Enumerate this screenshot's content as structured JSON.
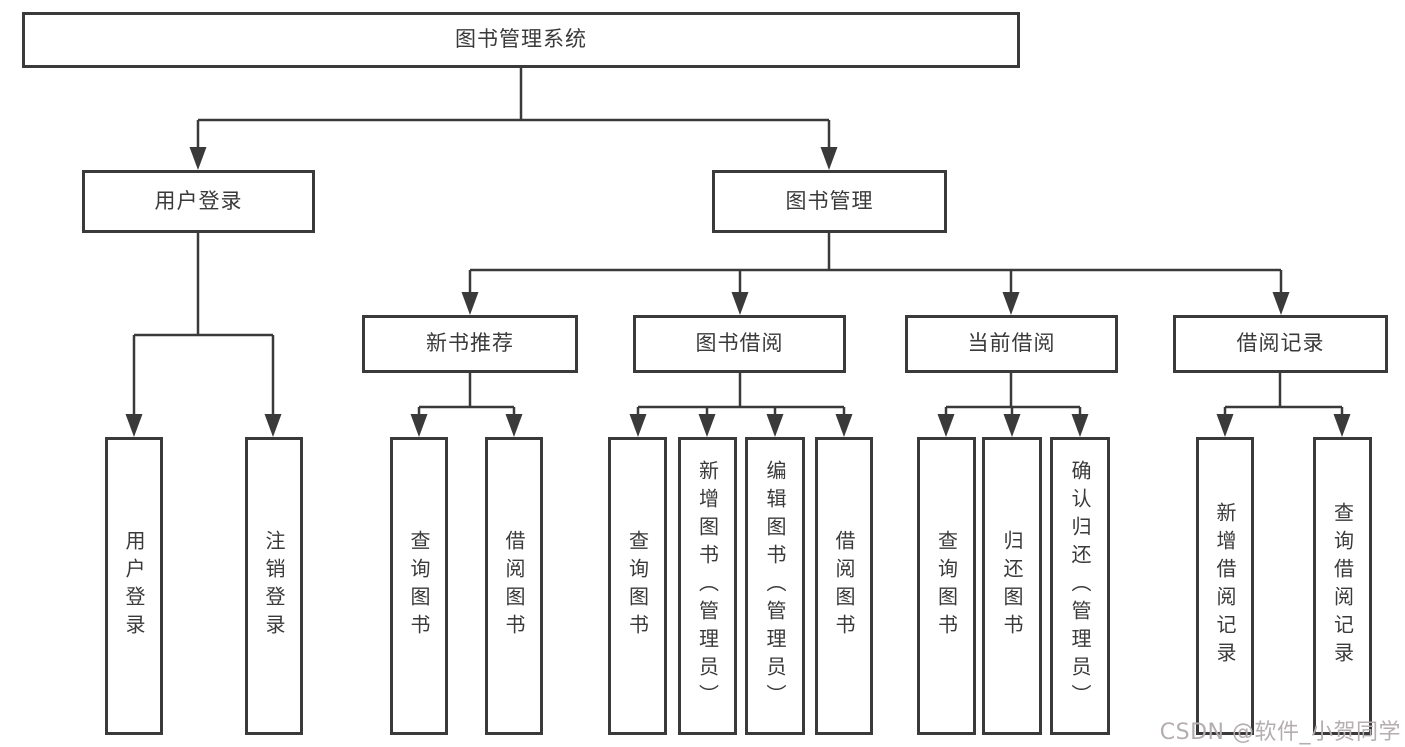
{
  "colors": {
    "line": "#3a3a3a",
    "box_border": "#3a3a3a",
    "text": "#3a3a3a",
    "watermark": "#b5aeb0",
    "background": "#ffffff"
  },
  "watermark": {
    "text": "CSDN @软件_小贺同学"
  },
  "tree": {
    "root": {
      "label": "图书管理系统",
      "children": [
        {
          "label": "用户登录",
          "children": [
            {
              "label": "用户登录"
            },
            {
              "label": "注销登录"
            }
          ]
        },
        {
          "label": "图书管理",
          "children": [
            {
              "label": "新书推荐",
              "children": [
                {
                  "label": "查询图书"
                },
                {
                  "label": "借阅图书"
                }
              ]
            },
            {
              "label": "图书借阅",
              "children": [
                {
                  "label": "查询图书"
                },
                {
                  "label": "新增图书（管理员）"
                },
                {
                  "label": "编辑图书（管理员）"
                },
                {
                  "label": "借阅图书"
                }
              ]
            },
            {
              "label": "当前借阅",
              "children": [
                {
                  "label": "查询图书"
                },
                {
                  "label": "归还图书"
                },
                {
                  "label": "确认归还（管理员）"
                }
              ]
            },
            {
              "label": "借阅记录",
              "children": [
                {
                  "label": "新增借阅记录"
                },
                {
                  "label": "查询借阅记录"
                }
              ]
            }
          ]
        }
      ]
    }
  }
}
